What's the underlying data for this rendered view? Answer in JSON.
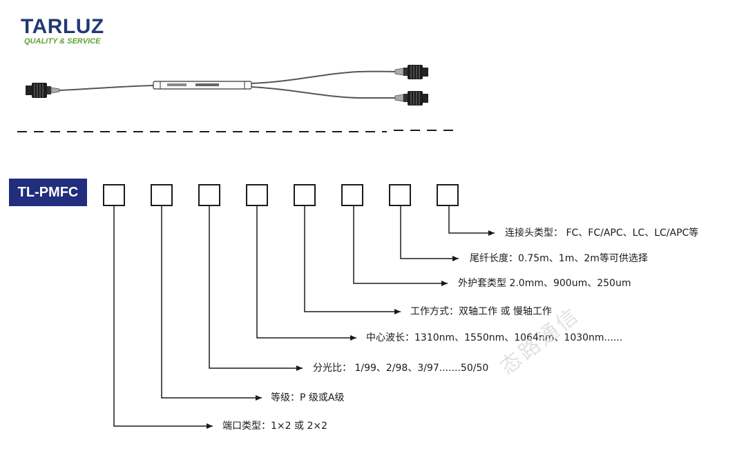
{
  "logo": {
    "name": "TARLUZ",
    "tagline": "QUALITY & SERVICE"
  },
  "model": "TL-PMFC",
  "code_positions": 8,
  "descriptions": [
    {
      "label": "连接头类型：",
      "values": "FC、FC/APC、LC、LC/APC等"
    },
    {
      "label": "尾纤长度：",
      "values": "0.75m、1m、2m等可供选择"
    },
    {
      "label": "外护套类型",
      "values": "2.0mm、900um、250um"
    },
    {
      "label": "工作方式：",
      "values": "双轴工作 或 慢轴工作"
    },
    {
      "label": "中心波长：",
      "values": "1310nm、1550nm、1064nm、1030nm......"
    },
    {
      "label": "分光比：",
      "values": "1/99、2/98、3/97.......50/50"
    },
    {
      "label": "等级：",
      "values": "P 级或A级"
    },
    {
      "label": "端口类型：",
      "values": "1×2 或 2×2"
    }
  ],
  "watermark": "态路通信",
  "colors": {
    "brand_blue": "#213a74",
    "brand_green": "#5ba333",
    "badge_bg": "#212d7d",
    "line": "#1a1a1a"
  }
}
